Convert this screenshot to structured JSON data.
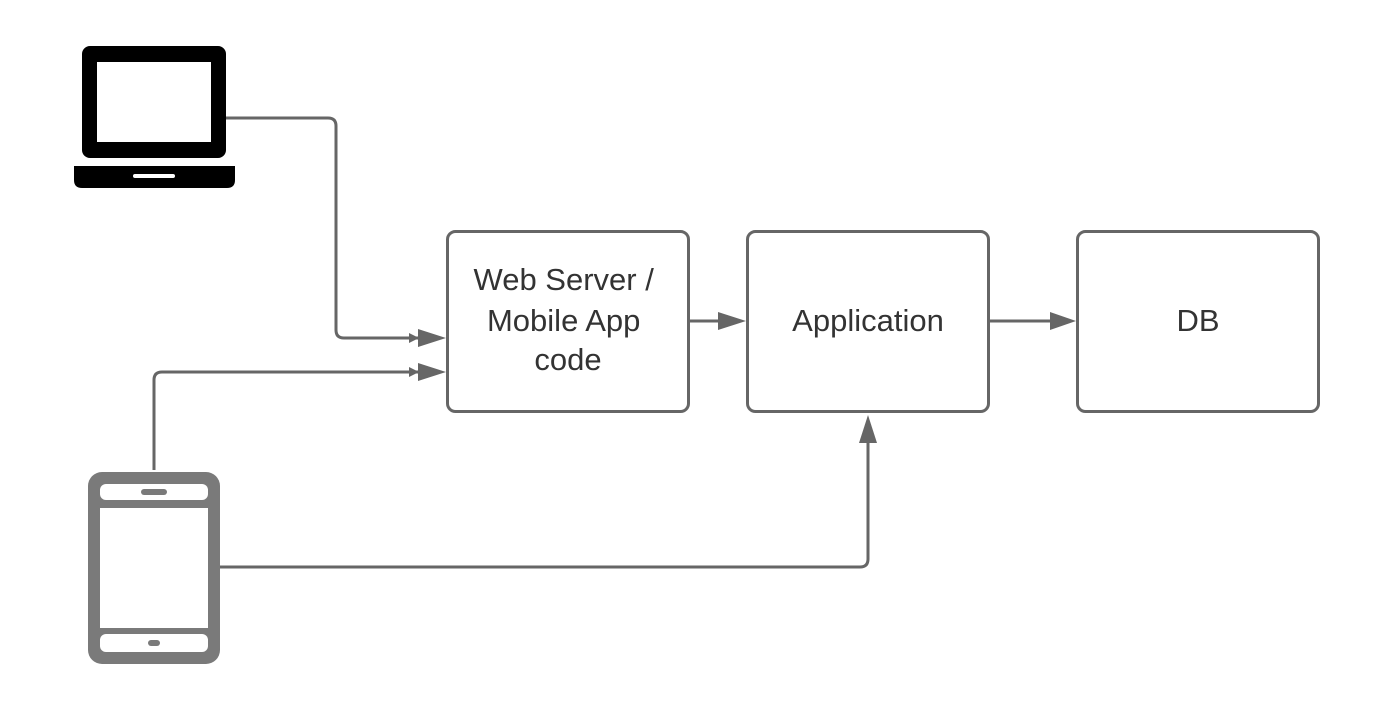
{
  "nodes": {
    "web_server": {
      "label_lines": [
        "Web Server /",
        "Mobile App",
        "code"
      ]
    },
    "application": {
      "label": "Application"
    },
    "db": {
      "label": "DB"
    },
    "laptop": {
      "icon": "laptop-icon"
    },
    "phone": {
      "icon": "smartphone-icon"
    }
  },
  "edges": [
    {
      "from": "laptop",
      "to": "web_server"
    },
    {
      "from": "phone",
      "to": "web_server"
    },
    {
      "from": "phone",
      "to": "application"
    },
    {
      "from": "web_server",
      "to": "application"
    },
    {
      "from": "application",
      "to": "db"
    }
  ],
  "colors": {
    "box_stroke": "#666666",
    "connector": "#666666",
    "text": "#333333",
    "laptop": "#000000",
    "phone": "#7a7a7a"
  }
}
